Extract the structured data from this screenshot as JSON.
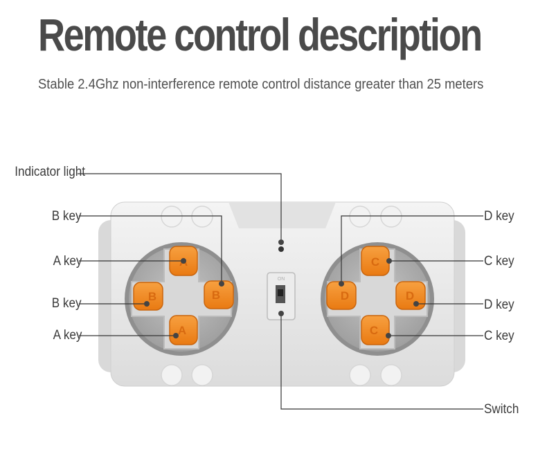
{
  "title": "Remote control description",
  "subtitle": "Stable 2.4Ghz non-interference remote control distance greater than 25 meters",
  "labels": {
    "indicator": "Indicator light",
    "left_b_top": "B  key",
    "left_a_top": "A  key",
    "left_b_bottom": "B  key",
    "left_a_bottom": "A  key",
    "right_d_top": "D  key",
    "right_c_top": "C  key",
    "right_d_bottom": "D  key",
    "right_c_bottom": "C  key",
    "switch": "Switch"
  },
  "buttons": {
    "left": {
      "up": "A",
      "down": "A",
      "left": "B",
      "right": "B"
    },
    "right": {
      "up": "C",
      "down": "C",
      "left": "D",
      "right": "D"
    }
  },
  "switch_text": "ON",
  "colors": {
    "body": "#e8e8e8",
    "pad_ring": "#9a9a9a",
    "pad_inner": "#b8b8b8",
    "button": "#f08a24",
    "leader": "#333333"
  }
}
